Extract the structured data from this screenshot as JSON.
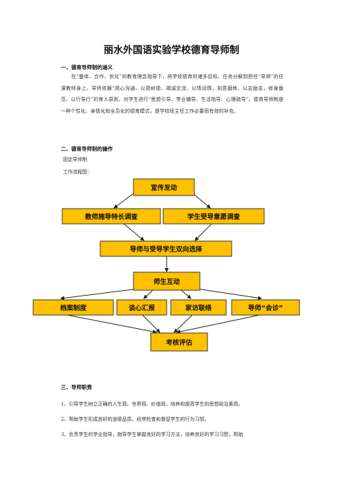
{
  "title": "丽水外国语实验学校德育导师制",
  "section1": {
    "heading": "一、德育导师制的涵义",
    "para": "在“整体、合作、优化”的教育理念指导下，将学校德育的诸多目标、任务分解到担任“导师”的任课教师身上，导师依据“用心沟通、以德树德、竭诚交流、以情动情，刻意磨练、以志励志，修身垂范、以行导行”的育人原则，对学生进行“思想引导、学业辅导、生活指导、心理疏导”。德育导师制是一种个性化、亲情化和全员化的德育模式，是学校班主任工作必要而有效的补充。"
  },
  "section2": {
    "heading": "二、德育导师制的操作",
    "line1": "固定导师制",
    "line2": "工作流程图："
  },
  "flow": {
    "publicity": "宣传发动",
    "teacher_survey": "教师施导特长调查",
    "student_survey": "学生受导意愿调查",
    "mutual_select": "导师与受导学生双向选择",
    "interaction": "师生互动",
    "archive": "档案制度",
    "talk_report": "谈心汇报",
    "home_visit": "家访联络",
    "consult": "导师“会诊”",
    "assessment": "考核评估"
  },
  "section3": {
    "heading": "三、导师职责",
    "items": [
      "1、引导学生树立正确的人生观、世界观、价值观，培养和提高学生的思想政治素质。",
      "2、帮助学生形成良好的道德品质，经常检查和督促学生的行为习惯。",
      "3、负责学生的学业指导，指导学生掌握良好的学习方法，培养良好的学习习惯，帮助"
    ]
  }
}
